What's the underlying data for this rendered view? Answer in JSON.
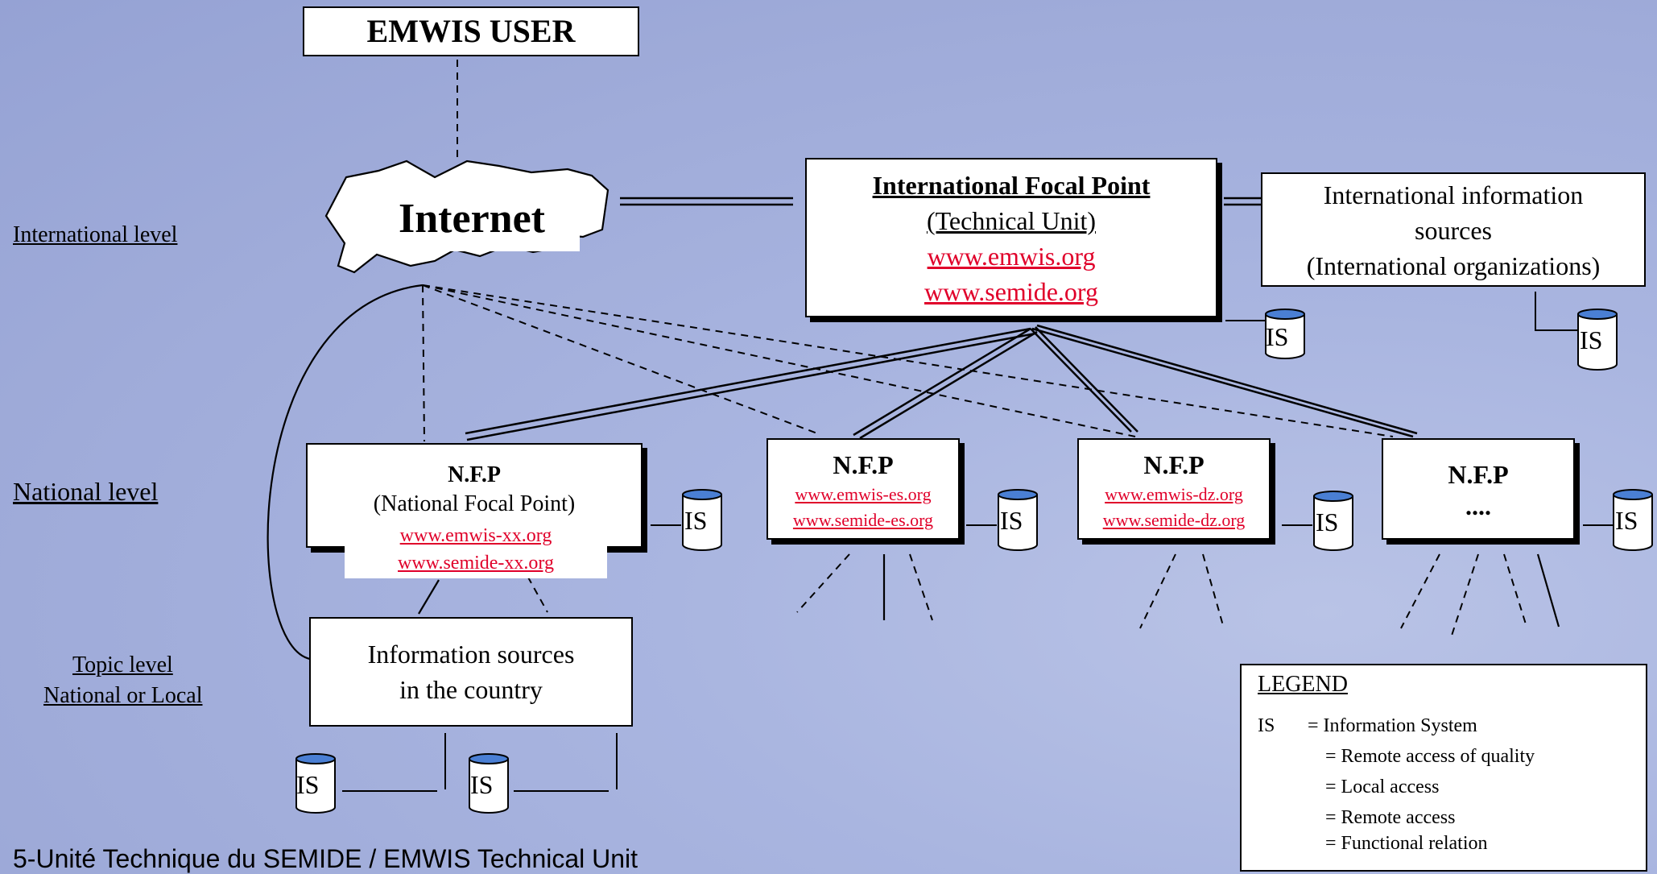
{
  "emwis_user": "EMWIS USER",
  "internet": "Internet",
  "ifp": {
    "title": "International Focal Point",
    "subtitle": "(Technical Unit)",
    "link1": "www.emwis.org",
    "link2": "www.semide.org"
  },
  "intl_sources": {
    "line1": "International information",
    "line2": "sources",
    "line3": "(International organizations)"
  },
  "levels": {
    "international": "International level",
    "national": "National level",
    "topic1": "Topic level",
    "topic2": "National or Local"
  },
  "nfp_main": {
    "title": "N.F.P",
    "subtitle": "(National Focal Point)",
    "link1": "www.emwis-xx.org",
    "link2": "www.semide-xx.org"
  },
  "nfp_es": {
    "title": "N.F.P",
    "link1": "www.emwis-es.org",
    "link2": "www.semide-es.org"
  },
  "nfp_dz": {
    "title": "N.F.P",
    "link1": "www.emwis-dz.org",
    "link2": "www.semide-dz.org"
  },
  "nfp_other": {
    "title": "N.F.P",
    "dots": "...."
  },
  "info_sources": {
    "line1": "Information sources",
    "line2": "in the country"
  },
  "is_label": "IS",
  "legend": {
    "title": "LEGEND",
    "is_sym": "IS",
    "is_text": "= Information System",
    "remote_quality": "= Remote access of quality",
    "local": "= Local access",
    "remote": "= Remote access",
    "functional": "= Functional relation"
  },
  "footer": "5-Unité Technique du SEMIDE / EMWIS Technical Unit",
  "colors": {
    "link": "#e0002a",
    "background": "#a9b5e0",
    "cylinder_top": "#4a7fd4"
  }
}
